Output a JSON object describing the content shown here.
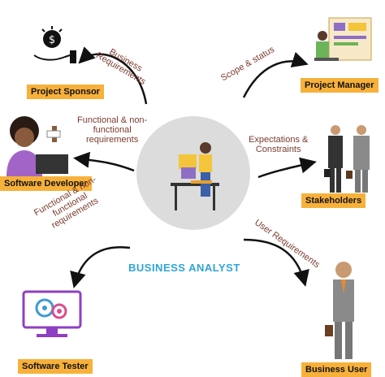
{
  "center": {
    "title": "BUSINESS ANALYST"
  },
  "roles": {
    "project_sponsor": "Project Sponsor",
    "project_manager": "Project Manager",
    "software_developer": "Software Developer",
    "stakeholders": "Stakeholders",
    "software_tester": "Software Tester",
    "business_user": "Business User"
  },
  "relations": {
    "sponsor": [
      "Business",
      "Requirements"
    ],
    "manager": [
      "Scope & status"
    ],
    "developer": [
      "Functional & non-",
      "functional",
      "requirements"
    ],
    "stakeholders": [
      "Expectations &",
      "Constraints"
    ],
    "tester": [
      "Functional & non-",
      "functional",
      "requirements"
    ],
    "user": [
      "User Requirements"
    ]
  },
  "colors": {
    "tag_bg": "#f7b13a",
    "relation_text": "#7a3b2e",
    "center_title": "#2fa4d8",
    "circle": "#dcdcdc"
  }
}
